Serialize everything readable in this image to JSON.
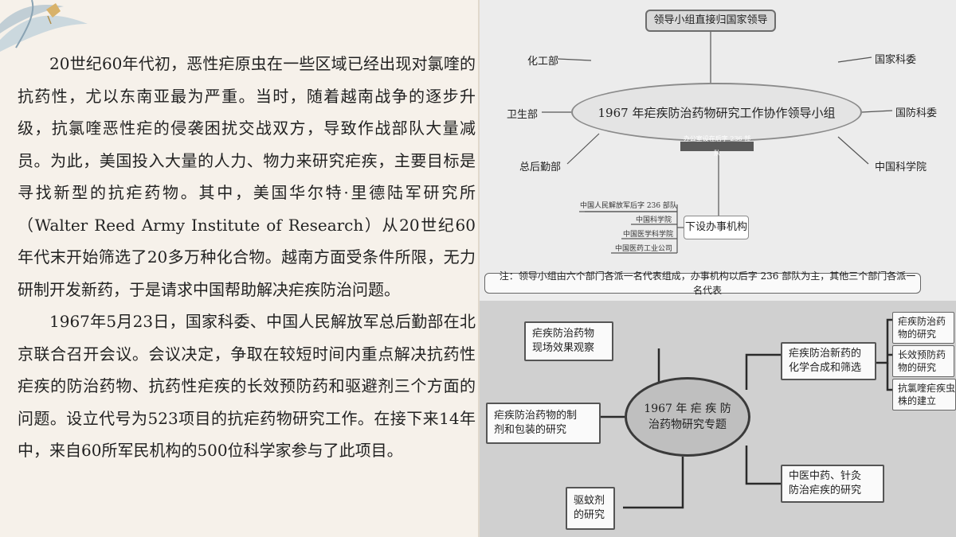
{
  "article": {
    "paragraphs": [
      "20世纪60年代初，恶性疟原虫在一些区域已经出现对氯喹的抗药性，尤以东南亚最为严重。当时，随着越南战争的逐步升级，抗氯喹恶性疟的侵袭困扰交战双方，导致作战部队大量减员。为此，美国投入大量的人力、物力来研究疟疾，主要目标是寻找新型的抗疟药物。其中，美国华尔特·里德陆军研究所（Walter Reed Army Institute of Research）从20世纪60年代末开始筛选了20多万种化合物。越南方面受条件所限，无力研制开发新药，于是请求中国帮助解决疟疾防治问题。",
      "1967年5月23日，国家科委、中国人民解放军总后勤部在北京联合召开会议。会议决定，争取在较短时间内重点解决抗药性疟疾的防治药物、抗药性疟疾的长效预防药和驱避剂三个方面的问题。设立代号为523项目的抗疟药物研究工作。在接下来14年中，来自60所军民机构的500位科学家参与了此项目。"
    ]
  },
  "top_diagram": {
    "header": "领导小组直接归国家领导",
    "center": "1967 年疟疾防治药物研究工作协作领导小组",
    "office_note": "办公室设在后字 236 部队",
    "left_nodes": [
      "化工部",
      "卫生部",
      "总后勤部"
    ],
    "right_nodes": [
      "国家科委",
      "国防科委",
      "中国科学院"
    ],
    "sub_office": "下设办事机构",
    "sub_office_items": [
      "中国人民解放军后字 236 部队",
      "中国科学院",
      "中国医学科学院",
      "中国医药工业公司"
    ],
    "note": "注：领导小组由六个部门各派一名代表组成，办事机构以后字 236 部队为主，其他三个部门各派一名代表"
  },
  "bottom_diagram": {
    "center_line1": "1967 年 疟 疾 防",
    "center_line2": "治药物研究专题",
    "topics": {
      "field": [
        "疟疾防治药物",
        "现场效果观察"
      ],
      "prep": [
        "疟疾防治药物的制",
        "剂和包装的研究"
      ],
      "repellent": [
        "驱蚊剂",
        "的研究"
      ],
      "synthesis": [
        "疟疾防治新药的",
        "化学合成和筛选"
      ],
      "tcm": [
        "中医中药、针灸",
        "防治疟疾的研究"
      ]
    },
    "sub_topics": [
      [
        "疟疾防治药",
        "物的研究"
      ],
      [
        "长效预防药",
        "物的研究"
      ],
      [
        "抗氯喹疟疾虫",
        "株的建立"
      ]
    ]
  }
}
